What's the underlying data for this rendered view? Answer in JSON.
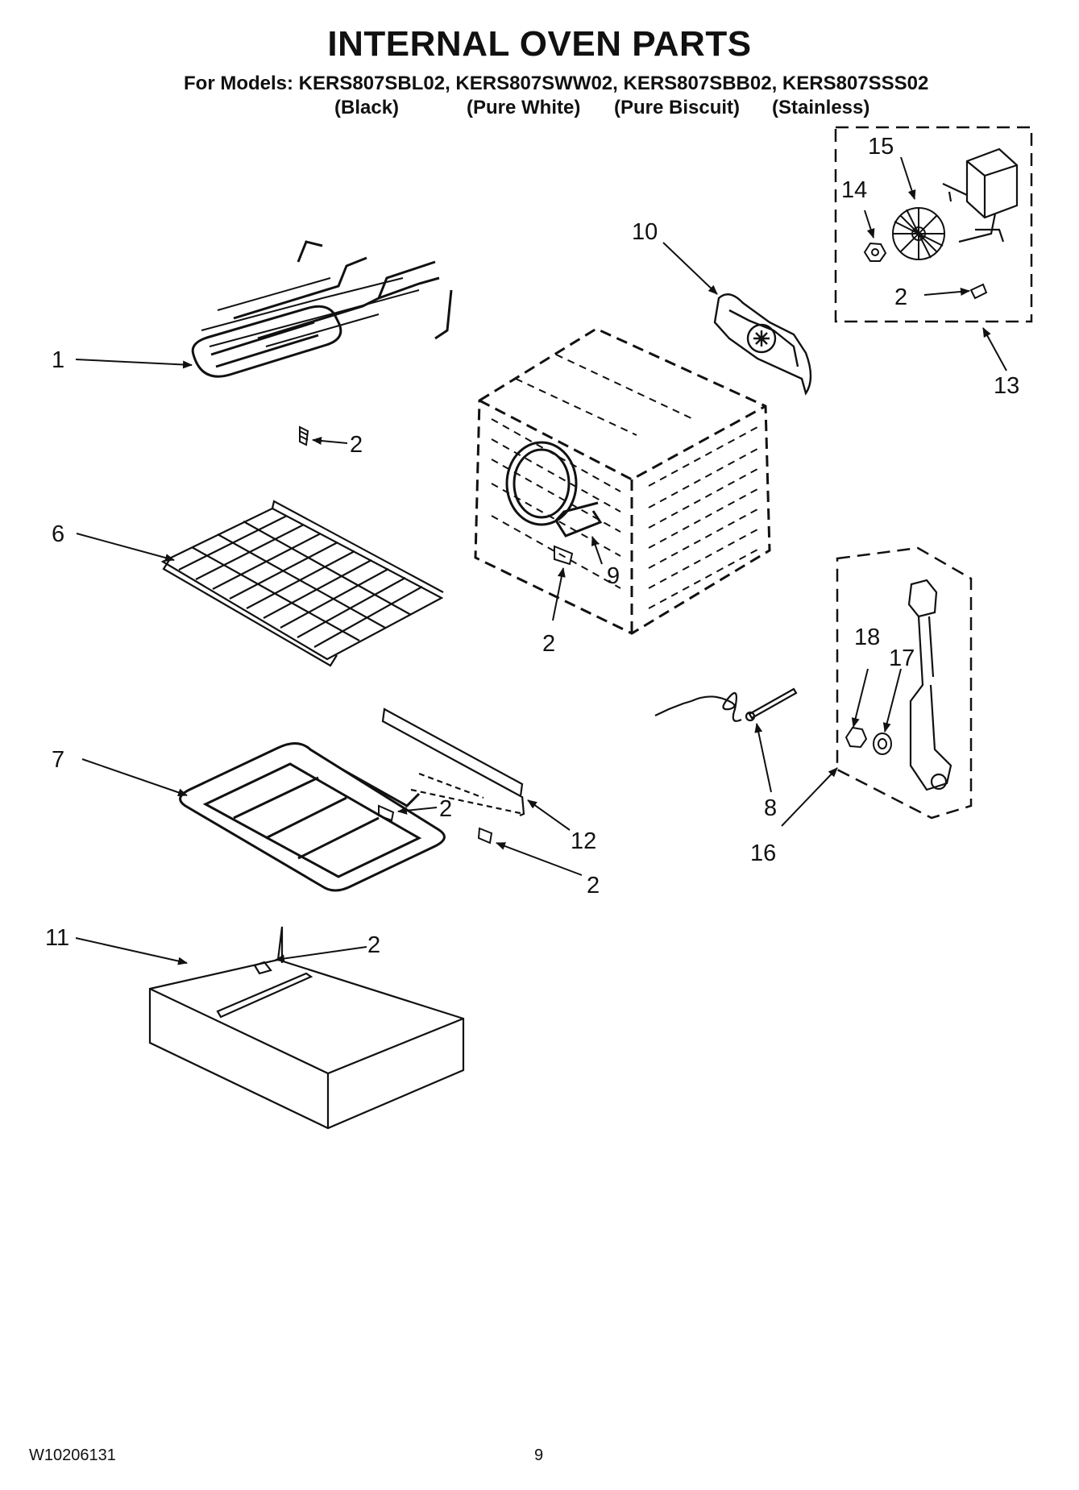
{
  "title": "INTERNAL OVEN PARTS",
  "models_line": "For Models: KERS807SBL02, KERS807SWW02, KERS807SBB02, KERS807SSS02",
  "colors": [
    "(Black)",
    "(Pure White)",
    "(Pure Biscuit)",
    "(Stainless)"
  ],
  "callouts": {
    "c1": "1",
    "c2a": "2",
    "c6": "6",
    "c7": "7",
    "c2b": "2",
    "c12": "12",
    "c2c": "2",
    "c11": "11",
    "c2d": "2",
    "c10": "10",
    "c9": "9",
    "c2e": "2",
    "c15": "15",
    "c14": "14",
    "c2f": "2",
    "c13": "13",
    "c18": "18",
    "c17": "17",
    "c8": "8",
    "c16": "16"
  },
  "footer": {
    "doc_number": "W10206131",
    "page_number": "9"
  }
}
